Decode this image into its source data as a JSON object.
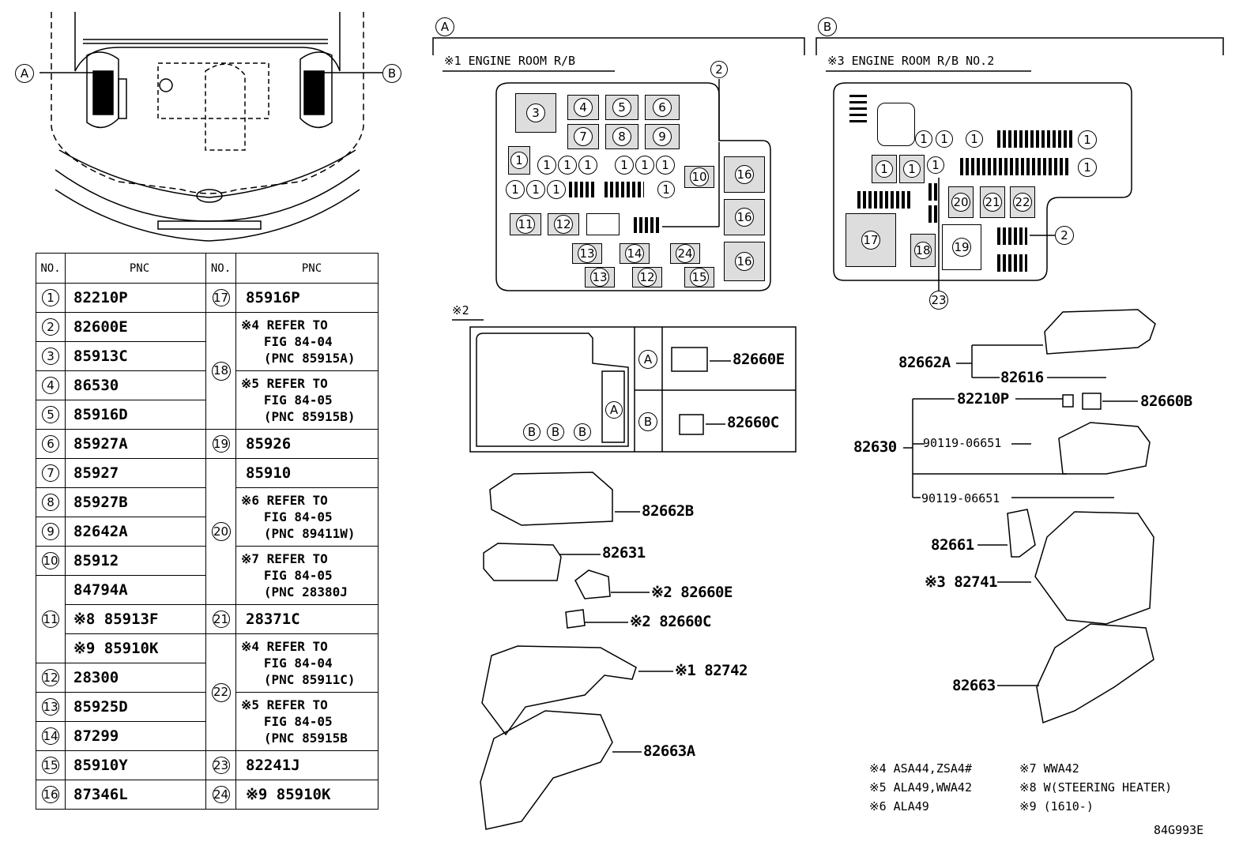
{
  "callouts": {
    "a": "A",
    "b": "B"
  },
  "section_a": {
    "title": "※1 ENGINE ROOM R/B"
  },
  "section_b": {
    "title": "※3 ENGINE ROOM R/B NO.2"
  },
  "note2_label": "※2",
  "table": {
    "header": {
      "no": "NO.",
      "pnc": "PNC"
    },
    "left": [
      {
        "no": "1",
        "pnc": "82210P"
      },
      {
        "no": "2",
        "pnc": "82600E"
      },
      {
        "no": "3",
        "pnc": "85913C"
      },
      {
        "no": "4",
        "pnc": "86530"
      },
      {
        "no": "5",
        "pnc": "85916D"
      },
      {
        "no": "6",
        "pnc": "85927A"
      },
      {
        "no": "7",
        "pnc": "85927"
      },
      {
        "no": "8",
        "pnc": "85927B"
      },
      {
        "no": "9",
        "pnc": "82642A"
      },
      {
        "no": "10",
        "pnc": "85912"
      },
      {
        "no": "11",
        "pnc": "84794A"
      },
      {
        "no": "",
        "pnc": "※8 85913F"
      },
      {
        "no": "",
        "pnc": "※9 85910K"
      },
      {
        "no": "12",
        "pnc": "28300"
      },
      {
        "no": "13",
        "pnc": "85925D"
      },
      {
        "no": "14",
        "pnc": "87299"
      },
      {
        "no": "15",
        "pnc": "85910Y"
      },
      {
        "no": "16",
        "pnc": "87346L"
      }
    ],
    "right": {
      "r17": {
        "no": "17",
        "pnc": "85916P"
      },
      "r18": {
        "no": "18",
        "ref1": "※4 REFER TO\n   FIG 84-04\n   (PNC 85915A)",
        "ref2": "※5 REFER TO\n   FIG 84-05\n   (PNC 85915B)"
      },
      "r19": {
        "no": "19",
        "pnc": "85926"
      },
      "r20": {
        "no": "20",
        "pnc": "85910",
        "ref1": "※6 REFER TO\n   FIG 84-05\n   (PNC 89411W)",
        "ref2": "※7 REFER TO\n   FIG 84-05\n   (PNC 28380J"
      },
      "r21": {
        "no": "21",
        "pnc": "28371C"
      },
      "r22": {
        "no": "22",
        "ref1": "※4 REFER TO\n   FIG 84-04\n   (PNC 85911C)",
        "ref2": "※5 REFER TO\n   FIG 84-05\n   (PNC 85915B"
      },
      "r23": {
        "no": "23",
        "pnc": "82241J"
      },
      "r24": {
        "no": "24",
        "pnc": "※9 85910K"
      }
    }
  },
  "parts_left": {
    "p82660E_top": "82660E",
    "p82660C_top": "82660C",
    "p82662B": "82662B",
    "p82631": "82631",
    "p82660E": "※2 82660E",
    "p82660C": "※2 82660C",
    "p82742": "※1 82742",
    "p82663A": "82663A"
  },
  "parts_right": {
    "p82662A": "82662A",
    "p82616": "82616",
    "p82210P": "82210P",
    "p82660B": "82660B",
    "p82630": "82630",
    "p90119a": "90119-06651",
    "p90119b": "90119-06651",
    "p82661": "82661",
    "p82741": "※3 82741",
    "p82663": "82663"
  },
  "notes": {
    "n4": "※4 ASA44,ZSA4#",
    "n5": "※5 ALA49,WWA42",
    "n6": "※6 ALA49",
    "n7": "※7 WWA42",
    "n8": "※8 W(STEERING HEATER)",
    "n9": "※9 (1610-)"
  },
  "figure_code": "84G993E"
}
